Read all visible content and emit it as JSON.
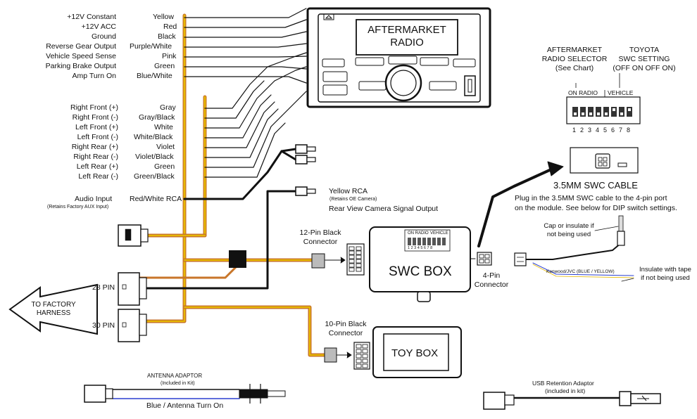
{
  "power_wires": [
    {
      "function": "+12V Constant",
      "color": "Yellow"
    },
    {
      "function": "+12V ACC",
      "color": "Red"
    },
    {
      "function": "Ground",
      "color": "Black"
    },
    {
      "function": "Reverse Gear Output",
      "color": "Purple/White"
    },
    {
      "function": "Vehicle Speed Sense",
      "color": "Pink"
    },
    {
      "function": "Parking Brake Output",
      "color": "Green"
    },
    {
      "function": "Amp Turn On",
      "color": "Blue/White"
    }
  ],
  "speaker_wires": [
    {
      "function": "Right Front (+)",
      "color": "Gray"
    },
    {
      "function": "Right Front (-)",
      "color": "Gray/Black"
    },
    {
      "function": "Left Front (+)",
      "color": "White"
    },
    {
      "function": "Left Front (-)",
      "color": "White/Black"
    },
    {
      "function": "Right Rear (+)",
      "color": "Violet"
    },
    {
      "function": "Right Rear (-)",
      "color": "Violet/Black"
    },
    {
      "function": "Left Rear (+)",
      "color": "Green"
    },
    {
      "function": "Left Rear (-)",
      "color": "Green/Black"
    }
  ],
  "audio_input": {
    "label": "Audio Input",
    "note": "(Retains Factory AUX Input)",
    "color": "Red/White RCA"
  },
  "radio": {
    "line1": "AFTERMARKET",
    "line2": "RADIO"
  },
  "yellow_rca": {
    "label": "Yellow RCA",
    "note": "(Retains OE Camera)",
    "output": "Rear View Camera Signal Output"
  },
  "dip": {
    "selector_title": [
      "AFTERMARKET",
      "RADIO SELECTOR",
      "(See Chart)"
    ],
    "toyota_title": [
      "TOYOTA",
      "SWC SETTING",
      "(OFF  ON  OFF  ON)"
    ],
    "header_left": "ON RADIO",
    "header_right": "VEHICLE",
    "numbers": [
      "1",
      "2",
      "3",
      "4",
      "5",
      "6",
      "7",
      "8"
    ]
  },
  "cable": {
    "title": "3.5MM SWC CABLE",
    "text1": "Plug in the 3.5MM SWC cable to the 4-pin port",
    "text2": "on the module. See below for DIP switch settings.",
    "cap_note1": "Cap or insulate if",
    "cap_note2": "not being used",
    "kenwood": "Kenwood/JVC (BLUE / YELLOW)",
    "insulate1": "Insulate with tape",
    "insulate2": "if not being used"
  },
  "swc_box": {
    "title": "SWC BOX",
    "mini_left": "ON RADIO",
    "mini_right": "VEHICLE",
    "mini_numbers": "1 2 3 4 5 6 7 8"
  },
  "connector_12": {
    "line1": "12-Pin Black",
    "line2": "Connector"
  },
  "connector_4": {
    "line1": "4-Pin",
    "line2": "Connector"
  },
  "connector_10": {
    "line1": "10-Pin Black",
    "line2": "Connector"
  },
  "toy_box": {
    "title": "TOY BOX"
  },
  "pin28": "28 PIN",
  "pin30": "30 PIN",
  "factory_arrow": {
    "line1": "TO FACTORY",
    "line2": "HARNESS"
  },
  "antenna": {
    "title": "ANTENNA ADAPTOR",
    "note": "(Included in Kit)",
    "wire": "Blue / Antenna Turn On"
  },
  "usb": {
    "title": "USB Retention Adaptor",
    "note": "(included in kit)"
  },
  "colors": {
    "yellow_wire": "#e6b800",
    "orange_wire": "#c8762a",
    "blue_wire": "#2b3fd0",
    "outline": "#111111"
  }
}
